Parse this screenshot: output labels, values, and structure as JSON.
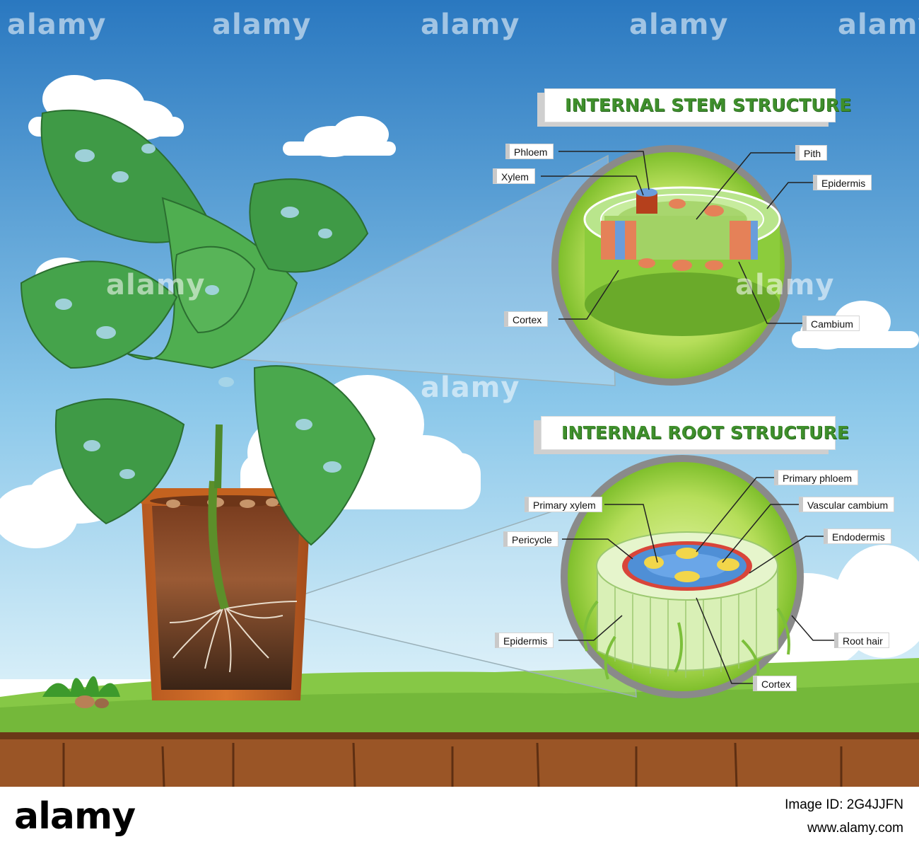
{
  "stem_section": {
    "title": "INTERNAL STEM STRUCTURE",
    "labels": [
      "Phloem",
      "Xylem",
      "Pith",
      "Epidermis",
      "Cortex",
      "Cambium"
    ]
  },
  "root_section": {
    "title": "INTERNAL ROOT STRUCTURE",
    "labels": [
      "Primary phloem",
      "Primary xylem",
      "Vascular cambium",
      "Pericycle",
      "Endodermis",
      "Epidermis",
      "Root hair",
      "Cortex"
    ]
  },
  "watermark": {
    "text": "alamy"
  },
  "footer": {
    "logo": "alamy",
    "image_id_label": "Image ID: 2G4JJFN",
    "site": "www.alamy.com"
  },
  "colors": {
    "sky_top": "#2f7fc4",
    "sky_bottom": "#bfe2f3",
    "grass": "#8fcf4d",
    "soil": "#8b4a24",
    "title_green": "#3f8f2c",
    "leaf_green": "#3f9a46"
  }
}
